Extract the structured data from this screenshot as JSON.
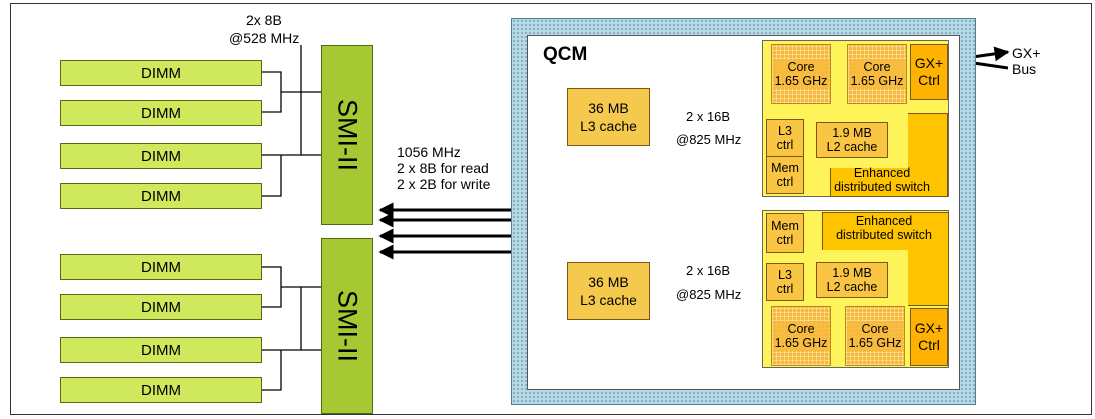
{
  "dimms": [
    "DIMM",
    "DIMM",
    "DIMM",
    "DIMM",
    "DIMM",
    "DIMM",
    "DIMM",
    "DIMM"
  ],
  "smi": [
    "SMI-II",
    "SMI-II"
  ],
  "labels": {
    "bus_top_1": "2x 8B",
    "bus_top_2": "@528 MHz",
    "link_freq": "1056 MHz",
    "link_read": "2 x 8B for read",
    "link_write": "2 x 2B for write",
    "qcm": "QCM",
    "gx_bus_1": "GX+",
    "gx_bus_2": "Bus"
  },
  "chips": [
    {
      "l3_size": "36 MB",
      "l3_name": "L3 cache",
      "link_width": "2 x 16B",
      "link_freq": "@825 MHz",
      "cores": [
        {
          "name": "Core",
          "freq": "1.65 GHz"
        },
        {
          "name": "Core",
          "freq": "1.65 GHz"
        }
      ],
      "gx": [
        "GX+",
        "Ctrl"
      ],
      "l3ctrl": [
        "L3",
        "ctrl"
      ],
      "memctrl": [
        "Mem",
        "ctrl"
      ],
      "l2": [
        "1.9 MB",
        "L2 cache"
      ],
      "switch": [
        "Enhanced",
        "distributed switch"
      ]
    },
    {
      "l3_size": "36 MB",
      "l3_name": "L3 cache",
      "link_width": "2 x 16B",
      "link_freq": "@825 MHz",
      "cores": [
        {
          "name": "Core",
          "freq": "1.65 GHz"
        },
        {
          "name": "Core",
          "freq": "1.65 GHz"
        }
      ],
      "gx": [
        "GX+",
        "Ctrl"
      ],
      "l3ctrl": [
        "L3",
        "ctrl"
      ],
      "memctrl": [
        "Mem",
        "ctrl"
      ],
      "l2": [
        "1.9 MB",
        "L2 cache"
      ],
      "switch": [
        "Enhanced",
        "distributed switch"
      ]
    }
  ]
}
